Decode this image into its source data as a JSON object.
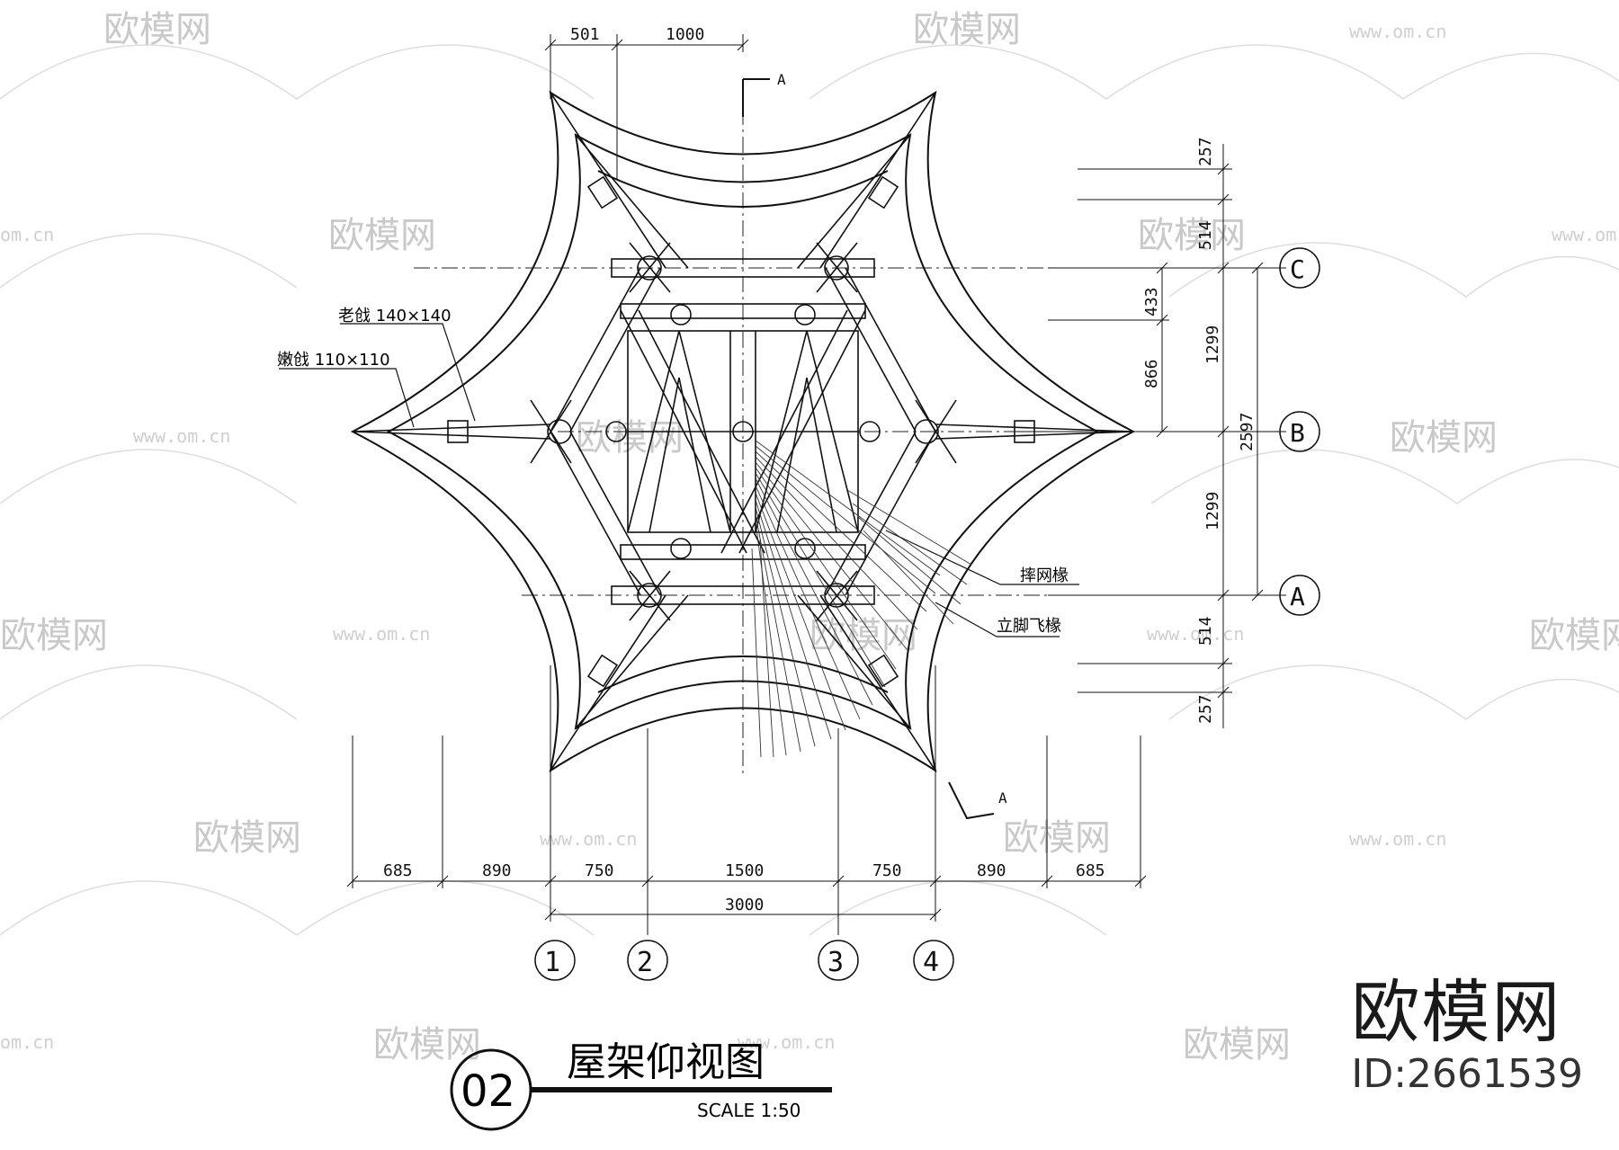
{
  "drawing": {
    "title": "屋架仰视图",
    "number": "02",
    "scale": "SCALE 1:50",
    "section_mark": "A",
    "labels": {
      "old_beam": "老戗 140×140",
      "tender_beam": "嫩戗 110×110",
      "net_rafter": "摔网椽",
      "flying_rafter": "立脚飞椽"
    },
    "top_dims": [
      "501",
      "1000"
    ],
    "bottom_dims": [
      "685",
      "890",
      "750",
      "1500",
      "750",
      "890",
      "685"
    ],
    "total_dim": "3000",
    "right_dims_outer": [
      "257",
      "514",
      "514",
      "257"
    ],
    "right_dims_mid": [
      "433",
      "866"
    ],
    "right_dims_inner": [
      "1299",
      "1299"
    ],
    "right_total": "2597",
    "grid_cols": [
      "1",
      "2",
      "3",
      "4"
    ],
    "grid_rows": [
      "C",
      "B",
      "A"
    ]
  },
  "watermark": {
    "brand": "欧模网",
    "url": "www.om.cn",
    "url_short": "om.cn",
    "id": "ID:2661539"
  }
}
